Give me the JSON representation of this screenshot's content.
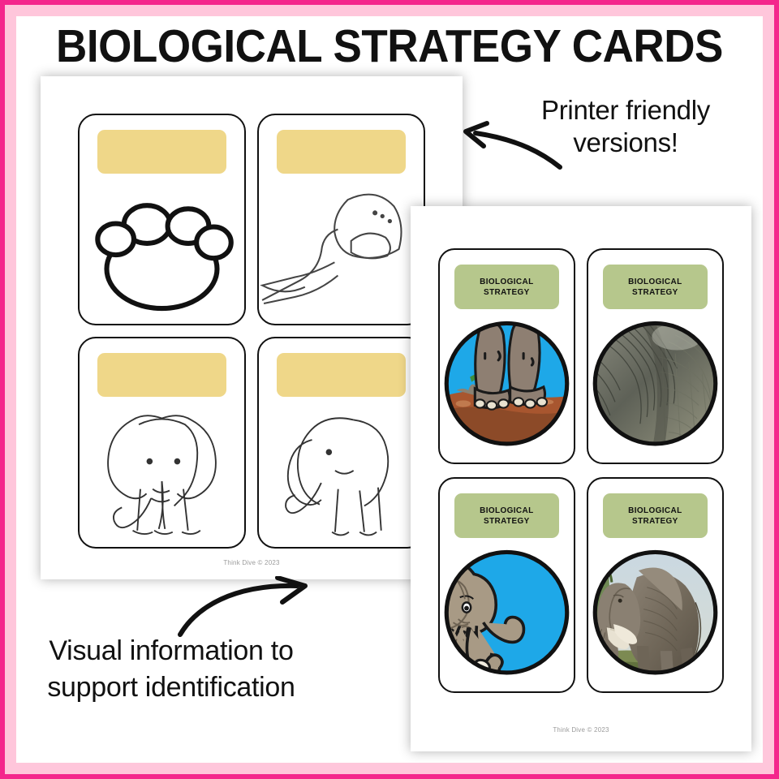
{
  "frame": {
    "outer_color": "#F4268C",
    "inner_color": "#FFC6DB"
  },
  "header": {
    "title": "BIOLOGICAL STRATEGY CARDS"
  },
  "annotations": [
    {
      "id": "printer-friendly",
      "text": "Printer friendly versions!",
      "arrow_icon": "curved-arrow-left-icon"
    },
    {
      "id": "visual-information",
      "text": "Visual information to support identification",
      "arrow_icon": "curved-arrow-right-icon"
    }
  ],
  "sheets": [
    {
      "id": "printer-friendly-sheet",
      "name": "black-and-white-card-sheet",
      "footer": "Think Dive © 2023",
      "banner_color": "#EFD789",
      "cards": [
        {
          "label": "",
          "art": "elephant-foot-outline-icon"
        },
        {
          "label": "",
          "art": "elephant-skin-outline-icon"
        },
        {
          "label": "",
          "art": "elephant-front-outline-icon"
        },
        {
          "label": "",
          "art": "elephant-side-outline-icon"
        }
      ]
    },
    {
      "id": "color-sheet",
      "name": "color-card-sheet",
      "footer": "Think Dive © 2023",
      "banner_color": "#B6C78C",
      "cards": [
        {
          "label": "BIOLOGICAL STRATEGY",
          "art": "elephant-legs-illustration"
        },
        {
          "label": "BIOLOGICAL STRATEGY",
          "art": "elephant-skin-photo"
        },
        {
          "label": "BIOLOGICAL STRATEGY",
          "art": "elephant-head-illustration"
        },
        {
          "label": "BIOLOGICAL STRATEGY",
          "art": "elephant-full-photo"
        }
      ]
    }
  ]
}
